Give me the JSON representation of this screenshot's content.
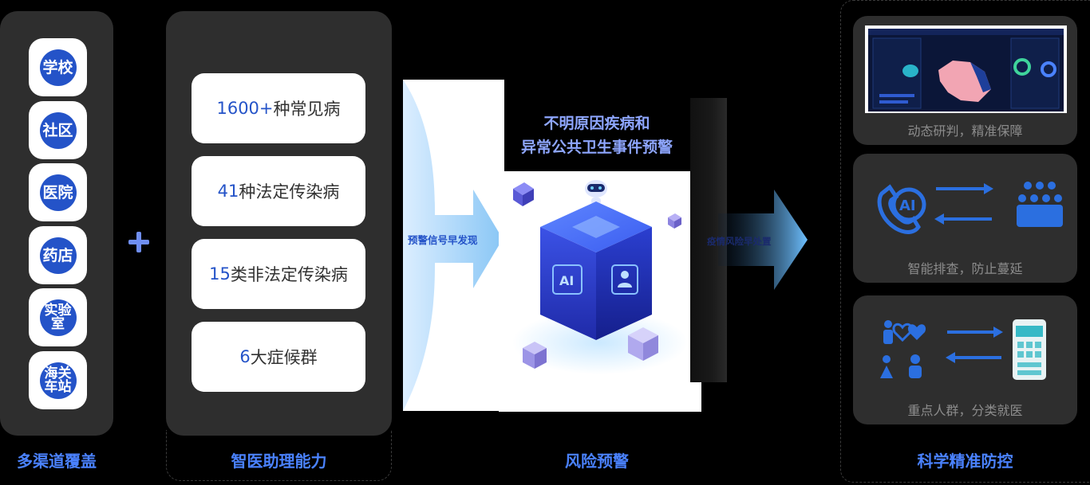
{
  "channels": {
    "items": [
      "学校",
      "社区",
      "医院",
      "药店",
      "实验\n室",
      "海关\n车站"
    ],
    "footer": "多渠道覆盖"
  },
  "plus_icon": "plus-icon",
  "abilities": {
    "cards": [
      {
        "num": "1600+",
        "text": "种常见病"
      },
      {
        "num": "41",
        "text": "种法定传染病"
      },
      {
        "num": "15",
        "text": "类非法定传染病"
      },
      {
        "num": "6",
        "text": "大症候群"
      }
    ],
    "footer": "智医助理能力"
  },
  "risk": {
    "title_line1": "不明原因疾病和",
    "title_line2": "异常公共卫生事件预警",
    "arrow_in_label": "预警信号早发现",
    "arrow_out_label": "疫情风险早处置",
    "cube_face_label": "AI",
    "footer": "风险预警"
  },
  "control": {
    "cards": [
      {
        "caption": "动态研判，精准保障",
        "icon": "dashboard-screenshot"
      },
      {
        "caption": "智能排查，防止蔓延",
        "icon": "ai-phone-crowd-icon"
      },
      {
        "caption": "重点人群，分类就医",
        "icon": "people-phone-icon"
      }
    ],
    "ai_label": "AI",
    "footer": "科学精准防控"
  },
  "colors": {
    "accent_blue": "#2453c8",
    "light_blue": "#4a82ff",
    "card_gray": "#2e2e2e",
    "background": "#000000"
  }
}
